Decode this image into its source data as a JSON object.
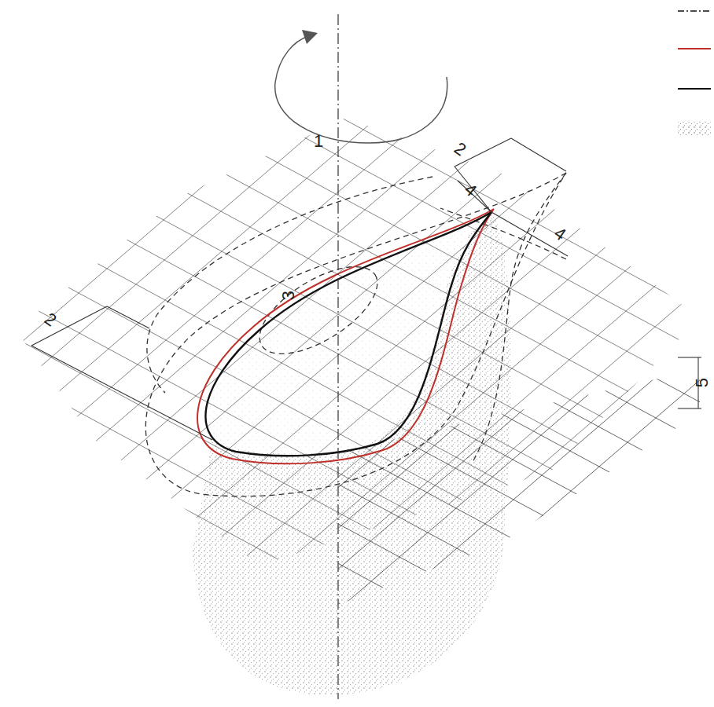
{
  "diagram": {
    "labels": [
      "1",
      "2",
      "4",
      "4",
      "3",
      "2",
      "5"
    ]
  }
}
